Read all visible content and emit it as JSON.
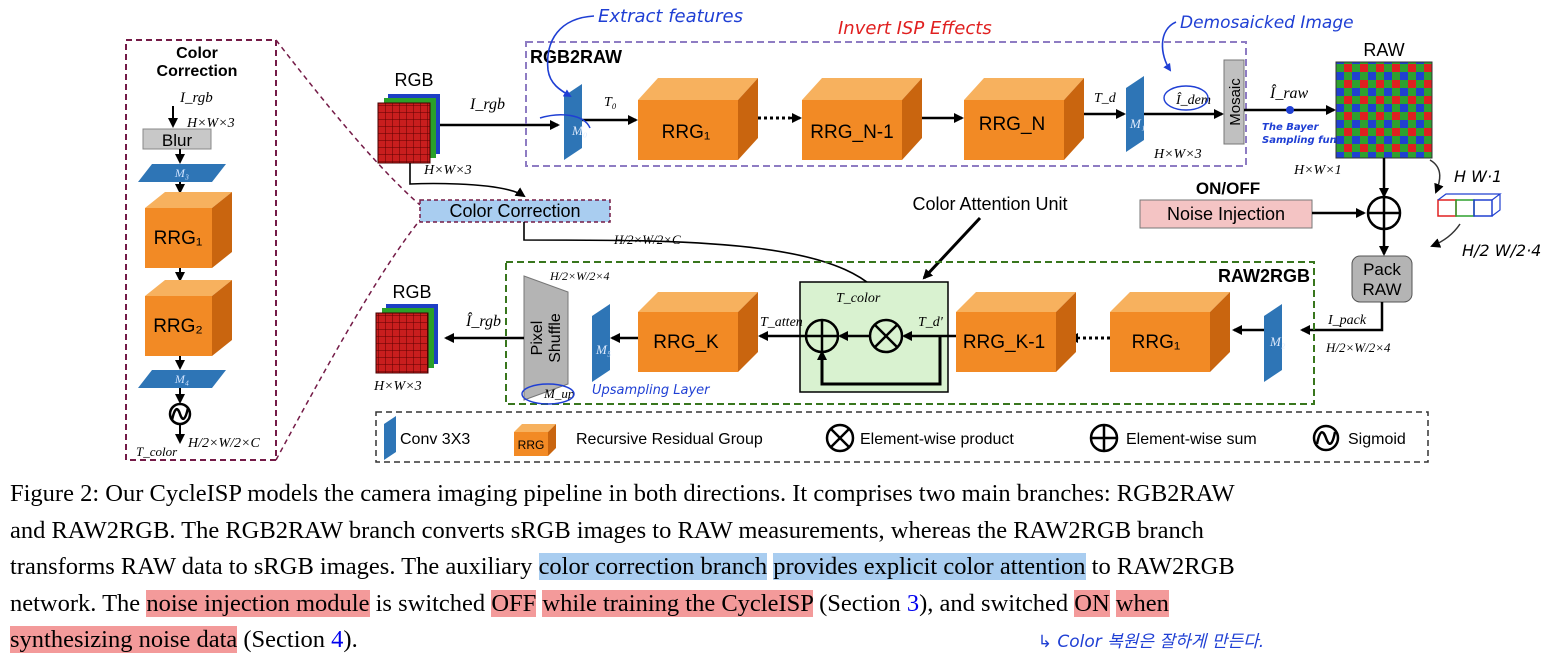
{
  "diagram": {
    "cc_panel": {
      "title_line1": "Color",
      "title_line2": "Correction",
      "in_label": "I_rgb",
      "in_dim": "H×W×3",
      "blur": "Blur",
      "m3": "M₃",
      "rrg1": "RRG₁",
      "rrg2": "RRG₂",
      "m4": "M₄",
      "out_label": "T_color",
      "out_dim": "H/2×W/2×C"
    },
    "rgb_in": {
      "label": "RGB",
      "dim": "H×W×3",
      "arrow_label": "I_rgb"
    },
    "rgb2raw": {
      "title": "RGB2RAW",
      "m0": "M₀",
      "t0": "T₀",
      "rrg1": "RRG₁",
      "rrgn1": "RRG_N-1",
      "rrgn": "RRG_N",
      "td": "T_d",
      "m1": "M₁",
      "idem": "Î_dem",
      "mosaic": "Mosaic",
      "dim": "H×W×3",
      "iraw": "Î_raw"
    },
    "raw_out": {
      "label": "RAW",
      "dim": "H×W×1"
    },
    "noise": {
      "onoff": "ON/OFF",
      "label": "Noise Injection"
    },
    "pack": {
      "line1": "Pack",
      "line2": "RAW"
    },
    "cc_node": {
      "label": "Color Correction",
      "dim": "H/2×W/2×C"
    },
    "cau": {
      "label": "Color Attention Unit",
      "tcolor": "T_color",
      "td": "T_d'"
    },
    "raw2rgb": {
      "title": "RAW2RGB",
      "ipack": "I_pack",
      "ipack_dim": "H/2×W/2×4",
      "m2": "M₂",
      "rrg1": "RRG₁",
      "rrgk1": "RRG_K-1",
      "tatten": "T_atten",
      "rrgk": "RRG_K",
      "m5": "M₅",
      "shuffle_dim": "H/2×W/2×4",
      "pixel1": "Pixel",
      "pixel2": "Shuffle",
      "mup": "M_up",
      "irgb_hat": "Î_rgb"
    },
    "rgb_out": {
      "label": "RGB",
      "dim": "H×W×3"
    },
    "legend": {
      "conv": "Conv 3X3",
      "rrg_box": "RRG",
      "rrg": "Recursive Residual Group",
      "prod": "Element-wise product",
      "sum": "Element-wise sum",
      "sig": "Sigmoid"
    },
    "notes": {
      "extract": "Extract features",
      "invert": "Invert ISP Effects",
      "demosaicked": "Demosaicked Image",
      "bayer_line1": "The Bayer",
      "bayer_line2": "Sampling fun.",
      "upsampling": "Upsampling Layer",
      "hw1": "H W·1",
      "hw4": "H/2 W/2·4"
    }
  },
  "caption": {
    "line1": "Figure 2: Our CycleISP models the camera imaging pipeline in both directions. It comprises two main branches: RGB2RAW",
    "line2": "and RAW2RGB. The RGB2RAW branch converts sRGB images to RAW measurements, whereas the RAW2RGB branch",
    "line3_a": "transforms RAW data to sRGB images. The auxiliary ",
    "line3_hl1": "color correction branch",
    "line3_sp": " ",
    "line3_hl2": "provides explicit color attention",
    "line3_b": " to RAW2RGB",
    "line4_a": "network.  The ",
    "line4_hl1": "noise injection module",
    "line4_b": " is switched ",
    "line4_hl2": "OFF",
    "line4_c": " ",
    "line4_hl3": "while training the CycleISP",
    "line4_d": " (Section ",
    "line4_ref": "3",
    "line4_e": "), and switched ",
    "line4_hl4": "ON",
    "line4_f": " ",
    "line4_hl5": "when",
    "line5_hl": "synthesizing noise data",
    "line5_a": " (Section ",
    "line5_ref": "4",
    "line5_b": ").",
    "note": "↳ Color 복원은 잘하게 만든다."
  },
  "colors": {
    "rrg_front": "#f28a25",
    "rrg_top": "#f7b15e",
    "rrg_side": "#c9650f",
    "conv": "#2e75b6",
    "handwriting": "#1f3fd4",
    "handwriting_red": "#e02020",
    "rgb2raw_border": "#8e7cc3",
    "raw2rgb_border": "#38761d",
    "cc_border": "#741b47",
    "cau_fill": "#d9f2d0",
    "highlight_blue": "#a9cdf0",
    "highlight_red": "#f39a9a"
  }
}
